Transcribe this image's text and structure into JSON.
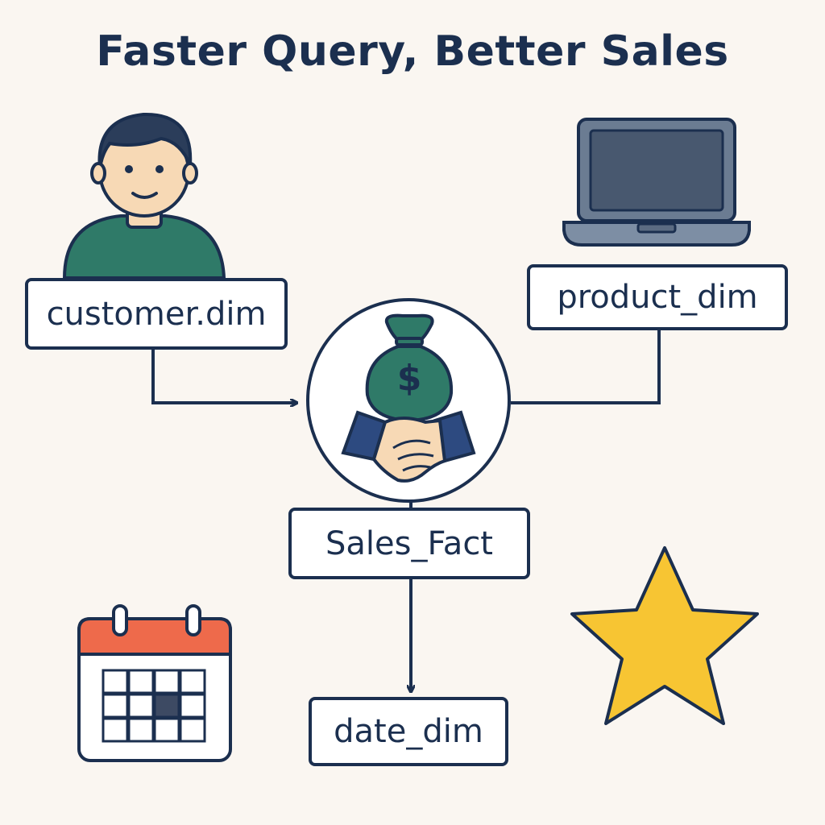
{
  "title": "Faster Query, Better Sales",
  "nodes": {
    "customer": {
      "label": "customer.dim",
      "icon": "person-icon"
    },
    "product": {
      "label": "product_dim",
      "icon": "laptop-icon"
    },
    "fact": {
      "label": "Sales_Fact",
      "icon": "money-bag-handshake-icon",
      "symbol": "$"
    },
    "date": {
      "label": "date_dim",
      "icon": "calendar-icon"
    }
  },
  "decorations": {
    "star": "star-icon"
  },
  "colors": {
    "ink": "#1b2f4f",
    "teal": "#2f7a68",
    "skin": "#f7d9b5",
    "star": "#f7c533",
    "calendar_header": "#ee6a4b",
    "background": "#faf6f1"
  }
}
